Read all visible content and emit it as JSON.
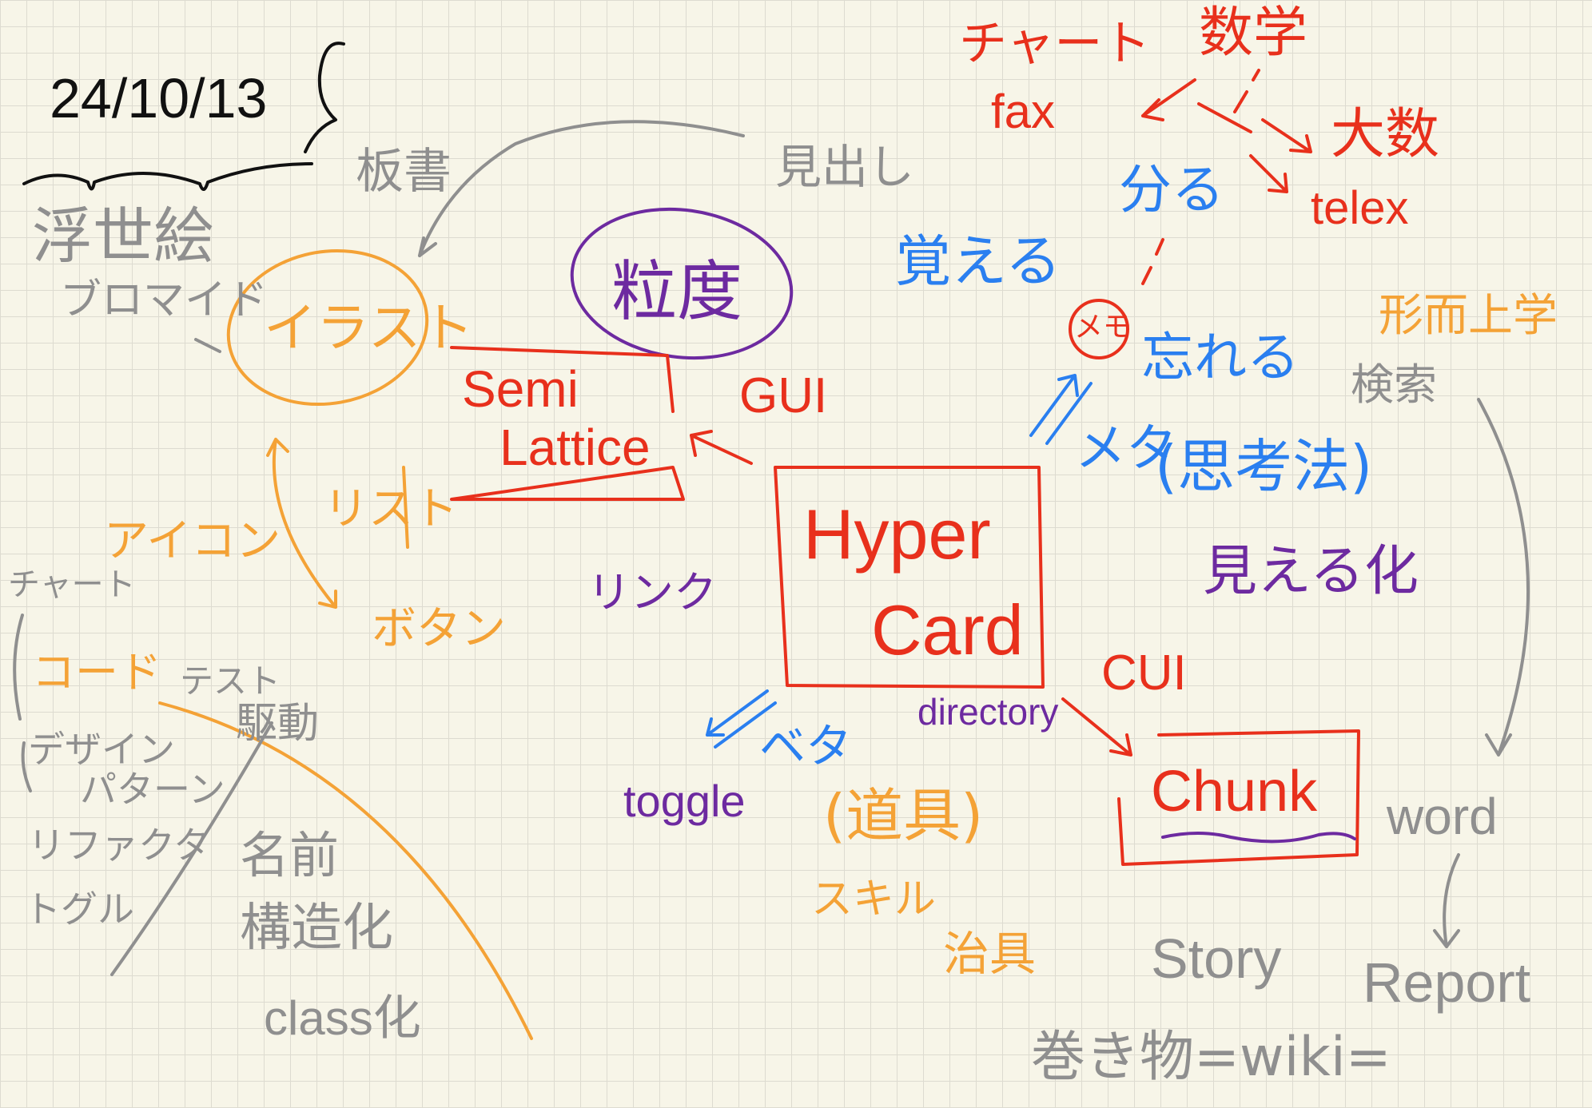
{
  "date": "24/10/13",
  "center": {
    "hyper": "Hyper",
    "card": "Card"
  },
  "red": {
    "semi": "Semi",
    "lattice": "Lattice",
    "gui": "GUI",
    "cui": "CUI",
    "chunk": "Chunk",
    "chart": "チャート",
    "fax": "fax",
    "math": "数学",
    "algebra": "大数",
    "telex": "telex",
    "memo": "メモ"
  },
  "blue": {
    "oboeru": "覚える",
    "wakaru": "分る",
    "wasureru": "忘れる",
    "meta": "メタ",
    "shikouhou": "(思考法)",
    "beta": "ベタ"
  },
  "purple": {
    "ryuudo": "粒度",
    "mieruka": "見える化",
    "link": "リンク",
    "toggle": "toggle",
    "directory": "directory"
  },
  "orange": {
    "illust": "イラスト",
    "icon": "アイコン",
    "list": "リスト",
    "button": "ボタン",
    "code": "コード",
    "dougu": "(道具)",
    "skill": "スキル",
    "jigu": "治具",
    "keijijougaku": "形而上学"
  },
  "gray": {
    "bansho": "板書",
    "midashi": "見出し",
    "ukiyoe": "浮世絵",
    "bromide": "ブロマイド",
    "chart": "チャート",
    "test": "テスト",
    "kudou": "駆動",
    "design": "デザイン",
    "pattern": "パターン",
    "refactor": "リファクタ",
    "toggle": "トグル",
    "namae": "名前",
    "kouzouka": "構造化",
    "classka": "class化",
    "kensaku": "検索",
    "word": "word",
    "story": "Story",
    "report": "Report",
    "makimono": "巻き物=wiki="
  },
  "colors": {
    "red": "#e8301c",
    "blue": "#2a7ff0",
    "purple": "#6d2aa0",
    "orange": "#f4a236",
    "gray": "#8f8f8f",
    "black": "#111111"
  }
}
